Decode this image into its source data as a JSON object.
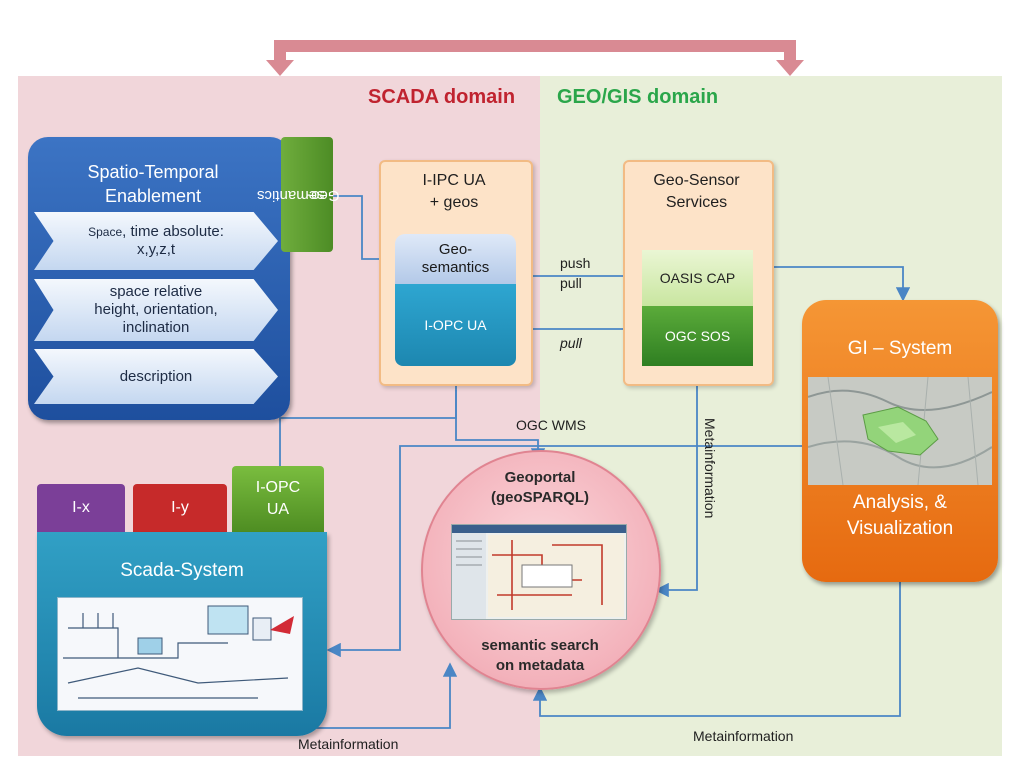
{
  "domains": {
    "scada": "SCADA domain",
    "geo": "GEO/GIS domain"
  },
  "colors": {
    "scada_bg": "#f1d6da",
    "geo_bg": "#e8efd9",
    "arrow_top": "#d98a93",
    "connector": "#4a86c5"
  },
  "spatio": {
    "title_line1": "Spatio-Temporal",
    "title_line2": "Enablement",
    "item1_prefix": "Space",
    "item1_main": ", time absolute:",
    "item1_line2": "x,y,z,t",
    "item2_line1": "space relative",
    "item2_line2": "height,  orientation,",
    "item2_line3": "inclination",
    "item3": "description",
    "geosemantics_vertical": "Geo-\nsemantics"
  },
  "ipc": {
    "title_line1": "I-IPC UA",
    "title_line2": "+ geos",
    "geosem_line1": "Geo-",
    "geosem_line2": "semantics",
    "opc": "I-OPC UA"
  },
  "geosensor": {
    "title_line1": "Geo-Sensor",
    "title_line2": "Services",
    "oasis": "OASIS CAP",
    "sos": "OGC SOS"
  },
  "gi": {
    "title": "GI – System",
    "analysis_line1": "Analysis, &",
    "analysis_line2": "Visualization",
    "map_icon": "map-thumbnail"
  },
  "scada": {
    "tab_ix": "I-x",
    "tab_iy": "I-y",
    "tab_opc_line1": "I-OPC",
    "tab_opc_line2": "UA",
    "title": "Scada-System",
    "screen_icon": "scada-diagram-thumbnail"
  },
  "geoportal": {
    "title_line1": "Geoportal",
    "title_line2": "(geoSPARQL)",
    "search_line1": "semantic search",
    "search_line2": "on metadata",
    "screen_icon": "geoportal-screenshot-thumbnail"
  },
  "labels": {
    "push": "push",
    "pull": "pull",
    "pull2": "pull",
    "ogc_wms": "OGC WMS",
    "meta_vertical": "Metainformation",
    "meta_left": "Metainformation",
    "meta_right": "Metainformation"
  }
}
